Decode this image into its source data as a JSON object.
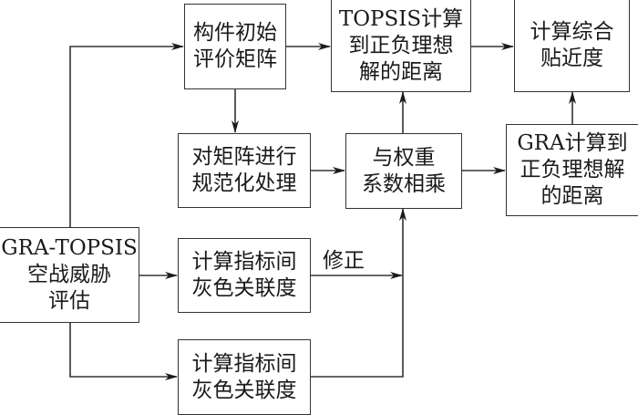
{
  "diagram": {
    "nodes": {
      "initial_matrix": "构件初始\n评价矩阵",
      "topsis_distance": "TOPSIS计算\n到正负理想\n解的距离",
      "closeness": "计算综合\n贴近度",
      "normalize": "对矩阵进行\n规范化处理",
      "weight_multiply": "与权重\n系数相乘",
      "gra_distance": "GRA计算到\n正负理想解\n的距离",
      "gra_topsis": "GRA-TOPSIS\n空战威胁\n评估",
      "grey_relation_1": "计算指标间\n灰色关联度",
      "grey_relation_2": "计算指标间\n灰色关联度"
    },
    "edge_labels": {
      "correction": "修正"
    },
    "edges": [
      {
        "from": "gra_topsis",
        "to": "initial_matrix"
      },
      {
        "from": "initial_matrix",
        "to": "topsis_distance"
      },
      {
        "from": "topsis_distance",
        "to": "closeness"
      },
      {
        "from": "initial_matrix",
        "to": "normalize"
      },
      {
        "from": "normalize",
        "to": "weight_multiply"
      },
      {
        "from": "weight_multiply",
        "to": "topsis_distance"
      },
      {
        "from": "weight_multiply",
        "to": "gra_distance"
      },
      {
        "from": "gra_distance",
        "to": "closeness"
      },
      {
        "from": "gra_topsis",
        "to": "grey_relation_1"
      },
      {
        "from": "gra_topsis",
        "to": "grey_relation_2"
      },
      {
        "from": "grey_relation_1",
        "to": "weight_multiply",
        "label": "修正"
      },
      {
        "from": "grey_relation_2",
        "to": "weight_multiply"
      }
    ]
  }
}
